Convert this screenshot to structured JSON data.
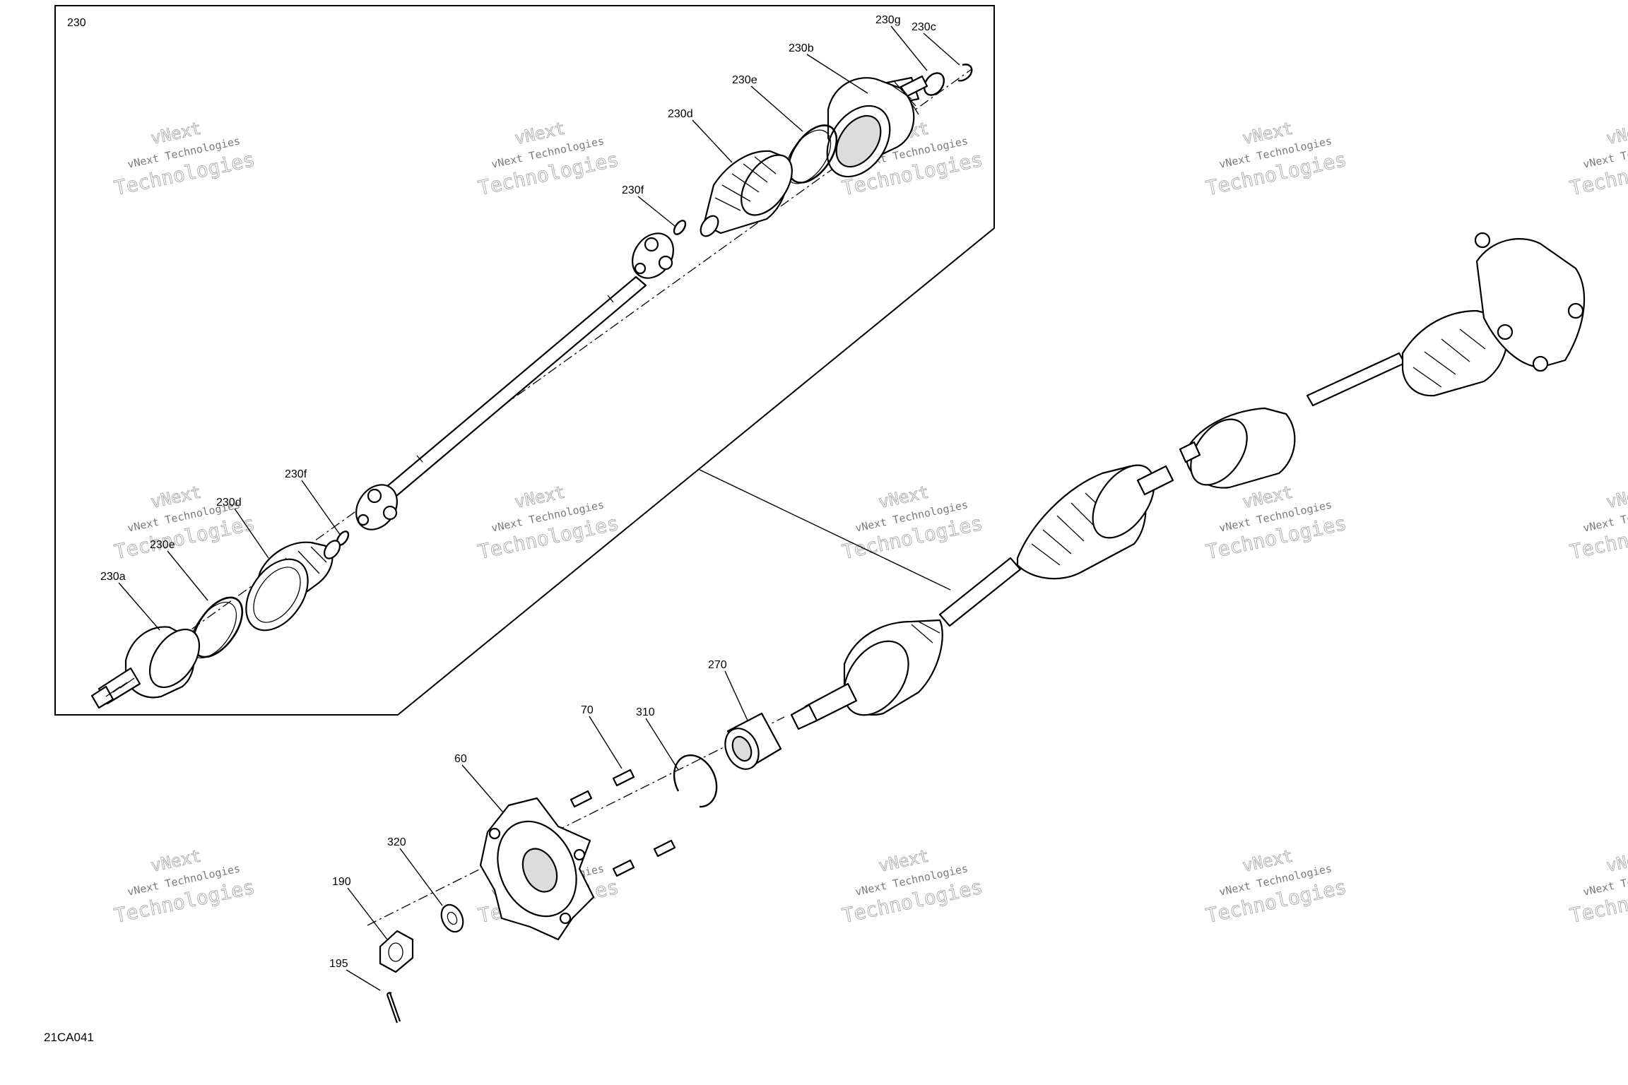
{
  "diagram": {
    "code": "21CA041",
    "group_label": "230",
    "callouts": {
      "c230g": "230g",
      "c230c": "230c",
      "c230b": "230b",
      "c230e_top": "230e",
      "c230d_top": "230d",
      "c230f_top": "230f",
      "c230f_low": "230f",
      "c230d_low": "230d",
      "c230e_low": "230e",
      "c230a": "230a",
      "c270": "270",
      "c70": "70",
      "c310": "310",
      "c60": "60",
      "c320": "320",
      "c190": "190",
      "c195": "195"
    },
    "watermark": {
      "line1": "vNext",
      "line2": "vNext Technologies",
      "line3": "Technologies"
    }
  }
}
